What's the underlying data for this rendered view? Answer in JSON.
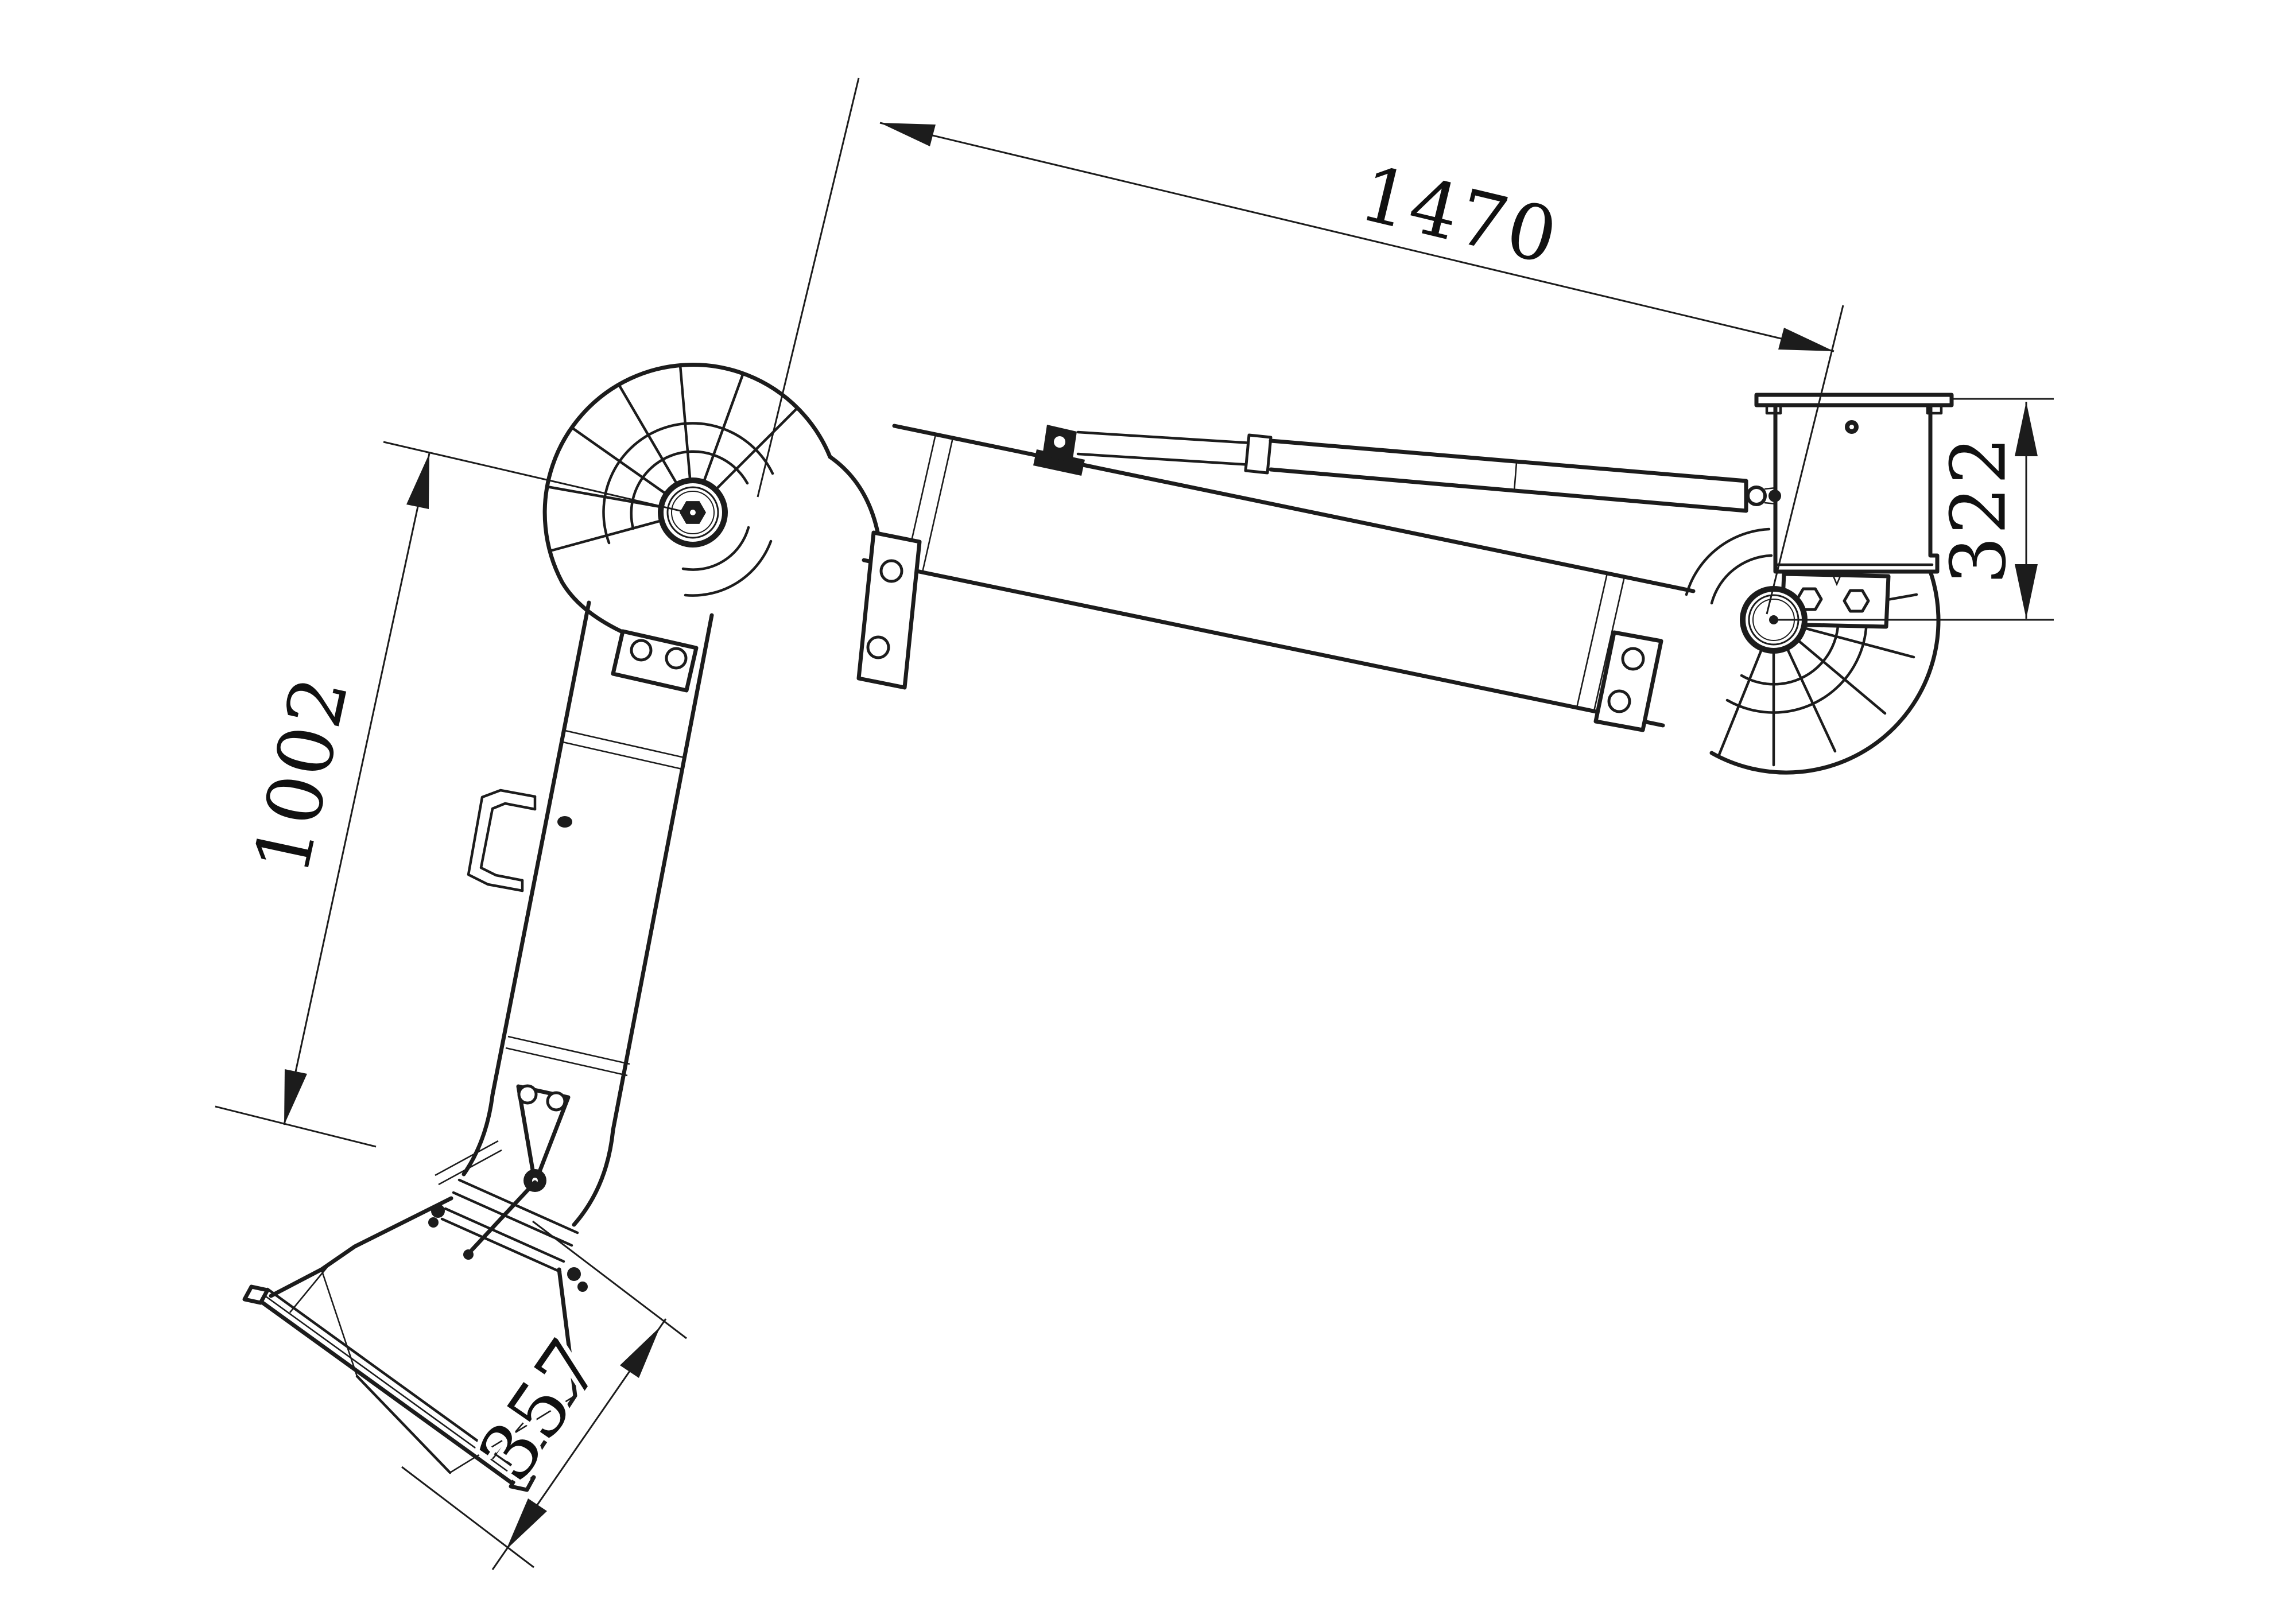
{
  "drawing": {
    "kind": "technical-line-drawing",
    "subject": "articulated extraction arm, side elevation with dimensions",
    "units": "mm",
    "background_color": "#ffffff",
    "line_color": "#1c1c1c"
  },
  "dimensions": {
    "arm_span": {
      "value": "1470",
      "orientation": "diagonal, top, between elbow pivot axes"
    },
    "mount_height": {
      "value": "322",
      "orientation": "vertical, right, flange plane to elbow pivot"
    },
    "lower_arm": {
      "value": "1002",
      "orientation": "diagonal, left, along lower tube"
    },
    "hood_length": {
      "value": "357",
      "orientation": "diagonal, bottom, along hood"
    }
  },
  "parts": {
    "mounting_flange": "ceiling/wall mounting flange plate",
    "mounting_duct": "rectangular mounting duct with bolt hole",
    "upper_elbow": "segmented swivel elbow with pivot bolt",
    "upper_tube": "long upper arm tube",
    "gas_spring": "gas spring with rod and clevis brackets",
    "lower_elbow": "segmented swivel elbow with pivot nut",
    "lower_tube": "lower arm tube with grab handle",
    "hood_tilt_bracket": "triangular hood tilt bracket with pivot",
    "band_clamp": "hood band clamp with toggle bolts",
    "hood": "rectangular suction hood with mouth flange"
  }
}
